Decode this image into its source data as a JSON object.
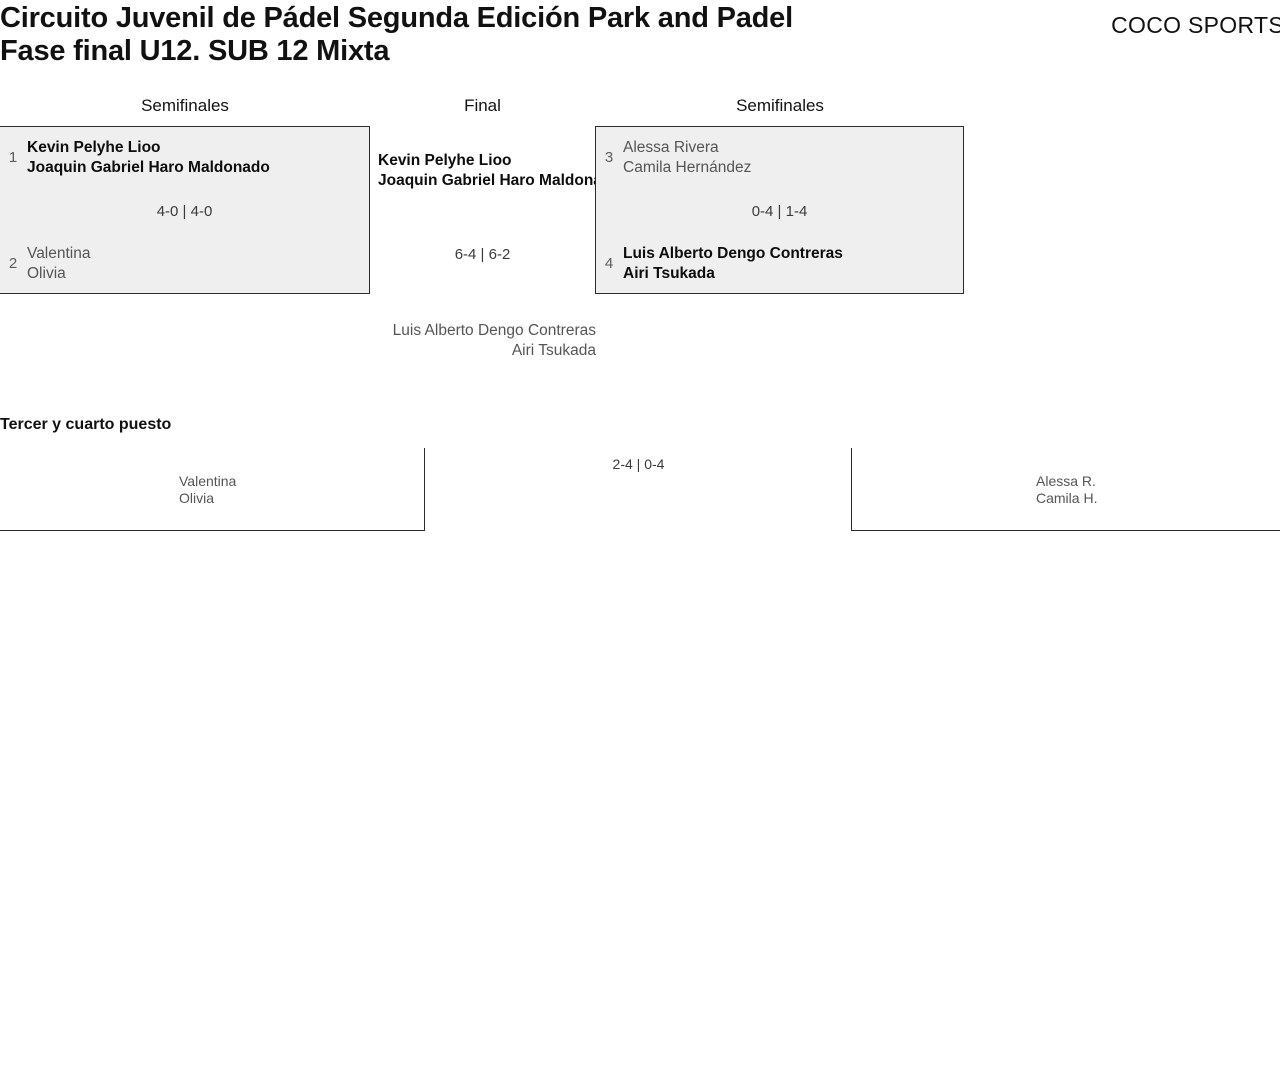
{
  "header": {
    "title_line1": "Circuito Juvenil de Pádel Segunda Edición Park and Padel",
    "title_line2": "Fase final U12. SUB 12 Mixta",
    "brand": "COCO SPORTS"
  },
  "rounds": {
    "semis_left_label": "Semifinales",
    "final_label": "Final",
    "semis_right_label": "Semifinales"
  },
  "bracket": {
    "semifinal_left": {
      "score": "4-0 | 4-0",
      "top": {
        "seed": "1",
        "player1": "Kevin Pelyhe Lioo",
        "player2": "Joaquin Gabriel Haro Maldonado",
        "result": "winner"
      },
      "bottom": {
        "seed": "2",
        "player1": "Valentina",
        "player2": "Olivia",
        "result": "loser"
      }
    },
    "semifinal_right": {
      "score": "0-4 | 1-4",
      "top": {
        "seed": "3",
        "player1": "Alessa Rivera",
        "player2": "Camila Hernández",
        "result": "loser"
      },
      "bottom": {
        "seed": "4",
        "player1": "Luis Alberto Dengo Contreras",
        "player2": "Airi Tsukada",
        "result": "winner"
      }
    },
    "final": {
      "score": "6-4 | 6-2",
      "top": {
        "player1": "Kevin Pelyhe Lioo",
        "player2": "Joaquin Gabriel Haro Maldonado",
        "result": "winner"
      },
      "bottom": {
        "player1": "Luis Alberto Dengo Contreras",
        "player2": "Airi Tsukada",
        "result": "loser"
      }
    }
  },
  "third_place": {
    "title": "Tercer y cuarto puesto",
    "score": "2-4 | 0-4",
    "left": {
      "player1": "Valentina",
      "player2": "Olivia"
    },
    "right": {
      "player1": "Alessa R.",
      "player2": "Camila H."
    }
  },
  "colors": {
    "box_fill": "#efefef",
    "box_border": "#2c2c2c",
    "winner_text": "#0d0d0d",
    "loser_text": "#555555",
    "seed_text": "#5d5d5d"
  }
}
